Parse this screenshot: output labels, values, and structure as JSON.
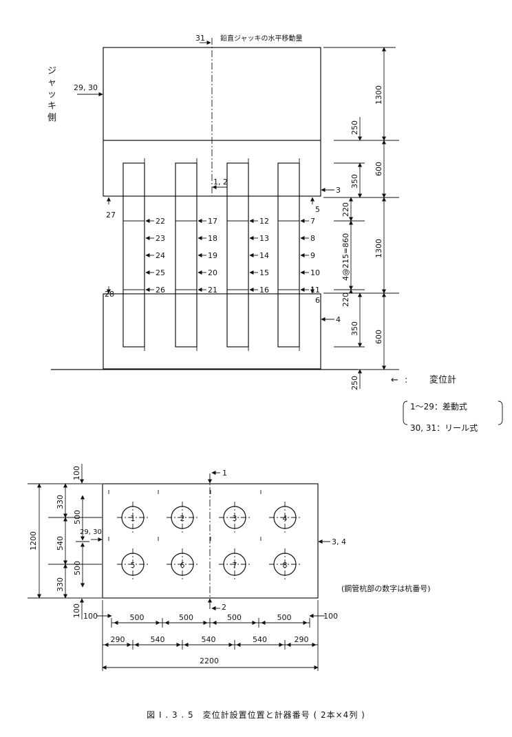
{
  "elevation": {
    "gauge31_label": "31",
    "gauge31_note": "鉛直ジャッキの水平移動量",
    "jack_side_label": "ジャッキ側",
    "jack_gauge_label": "29, 30",
    "gauge12_label": "1, 2",
    "gauge3_label": "3",
    "gauge4_label": "4",
    "gauge5_label": "5",
    "gauge6_label": "6",
    "gauge27_label": "27",
    "gauge28_label": "28",
    "pile_gauges": [
      [
        "22",
        "23",
        "24",
        "25",
        "26"
      ],
      [
        "17",
        "18",
        "19",
        "20",
        "21"
      ],
      [
        "12",
        "13",
        "14",
        "15",
        "16"
      ],
      [
        "7",
        "8",
        "9",
        "10",
        "11"
      ]
    ],
    "dims": {
      "top_total": "1300",
      "top_part": "250",
      "mid_total": "600",
      "mid_part": "350",
      "gap_total": "1300",
      "gap_top": "220",
      "gap_mid": "4@215=860",
      "gap_bot": "220",
      "bot_total": "600",
      "bot_part": "350",
      "base_extra": "250"
    },
    "legend": {
      "arrow_symbol": "←",
      "colon": ":",
      "meaning": "変位計",
      "line1": "1～29：差動式",
      "line2": "30, 31：リール式"
    }
  },
  "plan": {
    "pile_numbers": [
      "1",
      "2",
      "3",
      "4",
      "5",
      "6",
      "7",
      "8"
    ],
    "gauge1_label": "1",
    "gauge2_label": "2",
    "gauge34_label": "3, 4",
    "gauge2930_label": "29, 30",
    "note": "(鋼管杭部の数字は杭番号)",
    "left_dims": {
      "total": "1200",
      "top_edge": "100",
      "bottom_edge": "100",
      "seg_330_top": "330",
      "seg_540": "540",
      "seg_330_bot": "330",
      "inner_500_top": "500",
      "inner_500_bot": "500"
    },
    "bottom_dims": {
      "edge_left": "100",
      "edge_right": "100",
      "pile_500": [
        "500",
        "500",
        "500",
        "500"
      ],
      "row2": [
        "290",
        "540",
        "540",
        "540",
        "290"
      ],
      "total": "2200"
    }
  },
  "caption": "図 I . 3 . 5　変位計設置位置と計器番号 ( 2本×4列 )"
}
